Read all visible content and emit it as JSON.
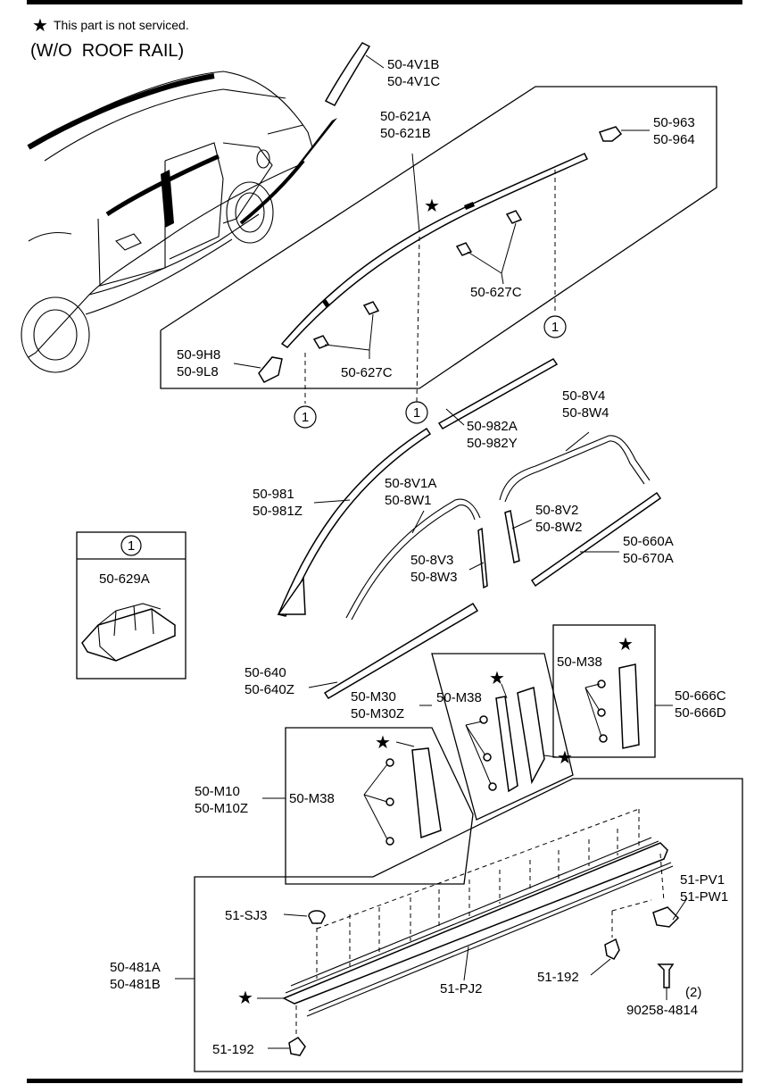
{
  "header": {
    "note_symbol": "★",
    "note_text": "This part is not serviced.",
    "subtitle": "(W/O  ROOF RAIL)"
  },
  "callout_mark": "1",
  "labels": {
    "p_4v1": [
      "50-4V1B",
      "50-4V1C"
    ],
    "p_621": [
      "50-621A",
      "50-621B"
    ],
    "p_963": [
      "50-963",
      "50-964"
    ],
    "p_627c_r": [
      "50-627C"
    ],
    "p_9h8": [
      "50-9H8",
      "50-9L8"
    ],
    "p_627c_l": [
      "50-627C"
    ],
    "p_982": [
      "50-982A",
      "50-982Y"
    ],
    "p_8v4": [
      "50-8V4",
      "50-8W4"
    ],
    "p_981": [
      "50-981",
      "50-981Z"
    ],
    "p_8v1": [
      "50-8V1A",
      "50-8W1"
    ],
    "p_8v2": [
      "50-8V2",
      "50-8W2"
    ],
    "p_660": [
      "50-660A",
      "50-670A"
    ],
    "p_8v3": [
      "50-8V3",
      "50-8W3"
    ],
    "p_629a": [
      "50-629A"
    ],
    "p_640": [
      "50-640",
      "50-640Z"
    ],
    "p_m30": [
      "50-M30",
      "50-M30Z"
    ],
    "p_m38_a": [
      "50-M38"
    ],
    "p_m38_b": [
      "50-M38"
    ],
    "p_666": [
      "50-666C",
      "50-666D"
    ],
    "p_m10": [
      "50-M10",
      "50-M10Z"
    ],
    "p_m38_c": [
      "50-M38"
    ],
    "p_pv1": [
      "51-PV1",
      "51-PW1"
    ],
    "p_sj3": [
      "51-SJ3"
    ],
    "p_481": [
      "50-481A",
      "50-481B"
    ],
    "p_192_r": [
      "51-192"
    ],
    "p_pj2": [
      "51-PJ2"
    ],
    "p_qty": [
      "(2)"
    ],
    "p_90258": [
      "90258-4814"
    ],
    "p_192_l": [
      "51-192"
    ]
  }
}
